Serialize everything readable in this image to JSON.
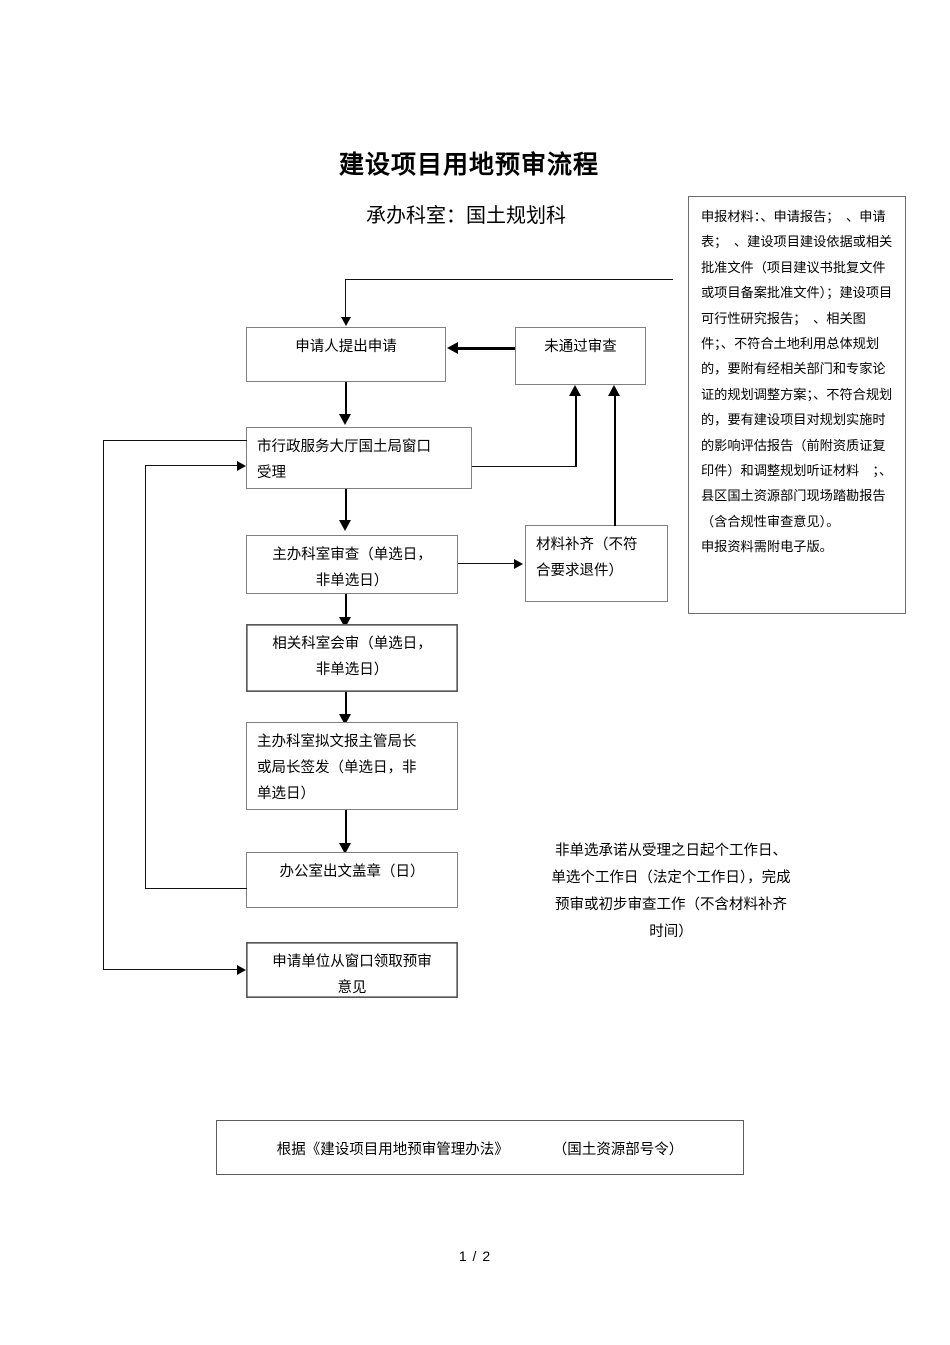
{
  "document": {
    "title": "建设项目用地预审流程",
    "subtitle": "承办科室：国土规划科",
    "page_number": "1 / 2"
  },
  "flow": {
    "boxes": [
      {
        "id": "applicant-submit",
        "label": "申请人提出申请"
      },
      {
        "id": "failed-review",
        "label": "未通过审查"
      },
      {
        "id": "service-hall-accept",
        "line1": "市行政服务大厅国土局窗口",
        "line2": "受理"
      },
      {
        "id": "lead-section-review",
        "line1": "主办科室审查（单选日，",
        "line2": "非单选日）"
      },
      {
        "id": "material-supplement",
        "line1": "材料补齐（不符",
        "line2": "合要求退件）"
      },
      {
        "id": "joint-review",
        "line1": "相关科室会审（单选日，",
        "line2": "非单选日）"
      },
      {
        "id": "draft-signoff",
        "line1": "主办科室拟文报主管局长",
        "line2": "或局长签发（单选日，非",
        "line3": "单选日）"
      },
      {
        "id": "office-seal",
        "label": "办公室出文盖章（日）"
      },
      {
        "id": "applicant-collect",
        "line1": "申请单位从窗口领取预审",
        "line2": "意见"
      }
    ]
  },
  "notes": {
    "materials_box": "申报材料：、申请报告；　、申请表；　、建设项目建设依据或相关批准文件（项目建议书批复文件或项目备案批准文件）；建设项目可行性研究报告；　、相关图件；、不符合土地利用总体规划的，要附有经相关部门和专家论证的规划调整方案；、不符合规划的，要有建设项目对规划实施时的影响评估报告（前附资质证复印件）和调整规划听证材料　；、县区国土资源部门现场踏勘报告（含合规性审查意见）。",
    "materials_box_last_line": "申报资料需附电子版。",
    "timeline_text": "非单选承诺从受理之日起个工作日、单选个工作日（法定个工作日），完成预审或初步审查工作（不含材料补齐时间）"
  },
  "footer": {
    "basis_prefix": "根据《建设项目用地预审管理办法》",
    "basis_suffix": "（国土资源部号令）"
  }
}
